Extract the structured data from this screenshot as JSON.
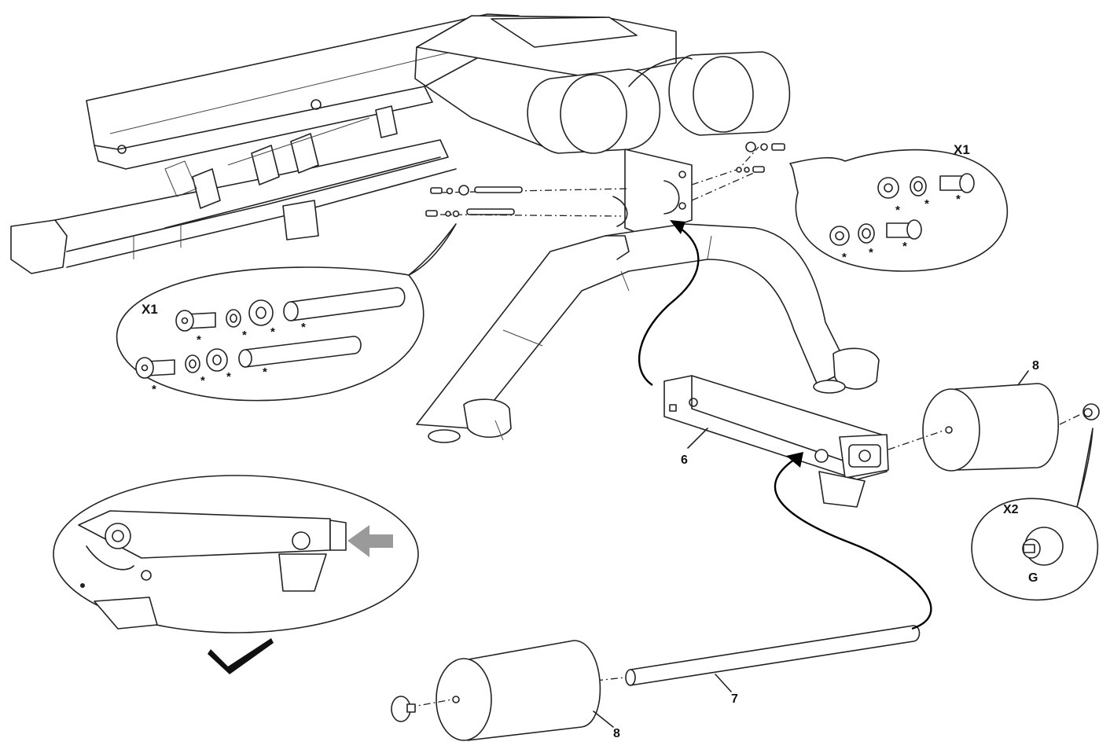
{
  "callouts": {
    "x1_top_right": "X1",
    "x1_left": "X1",
    "x2": "X2",
    "g_label": "G",
    "asterisk": "*"
  },
  "parts": {
    "part_6": "6",
    "part_7": "7",
    "part_8_top": "8",
    "part_8_bottom": "8"
  },
  "colors": {
    "line": "#222222",
    "background": "#ffffff",
    "push_arrow": "#9a9a9a"
  },
  "icons": {
    "check": "check-mark-icon",
    "push": "push-arrow-icon"
  }
}
